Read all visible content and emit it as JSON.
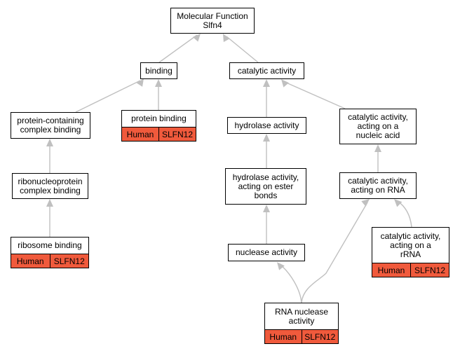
{
  "annotation_color": "#f05a3c",
  "edge_color": "#c0c0c0",
  "nodes": {
    "root": {
      "label": "Molecular Function\nSlfn4"
    },
    "binding": {
      "label": "binding"
    },
    "catalytic": {
      "label": "catalytic activity"
    },
    "protein_complex": {
      "label": "protein-containing\ncomplex binding"
    },
    "protein_binding": {
      "label": "protein binding",
      "species": "Human",
      "gene": "SLFN12"
    },
    "hydrolase": {
      "label": "hydrolase activity"
    },
    "cat_nucleic": {
      "label": "catalytic activity,\nacting on a\nnucleic acid"
    },
    "ribonucleo": {
      "label": "ribonucleoprotein\ncomplex binding"
    },
    "hydrolase_ester": {
      "label": "hydrolase activity,\nacting on ester\nbonds"
    },
    "cat_rna": {
      "label": "catalytic activity,\nacting on RNA"
    },
    "ribosome": {
      "label": "ribosome binding",
      "species": "Human",
      "gene": "SLFN12"
    },
    "nuclease": {
      "label": "nuclease activity"
    },
    "cat_rrna": {
      "label": "catalytic activity,\nacting on a\nrRNA",
      "species": "Human",
      "gene": "SLFN12"
    },
    "rna_nuclease": {
      "label": "RNA nuclease\nactivity",
      "species": "Human",
      "gene": "SLFN12"
    }
  }
}
